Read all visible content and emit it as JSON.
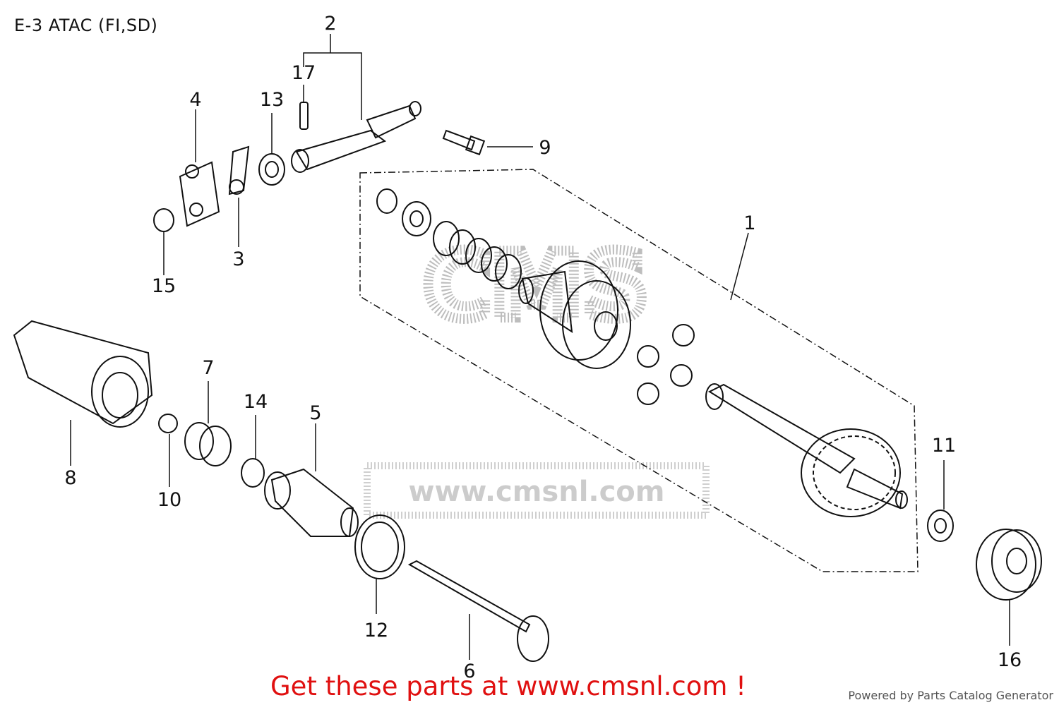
{
  "title": "E-3 ATAC (FI,SD)",
  "footer": {
    "cta": "Get these parts at www.cmsnl.com !",
    "powered": "Powered by Parts Catalog Generator"
  },
  "watermark": {
    "brand": "CMS",
    "url": "www.cmsnl.com"
  },
  "callouts": {
    "c1": "1",
    "c2": "2",
    "c3": "3",
    "c4": "4",
    "c5": "5",
    "c6": "6",
    "c7": "7",
    "c8": "8",
    "c9": "9",
    "c10": "10",
    "c11": "11",
    "c12": "12",
    "c13": "13",
    "c14": "14",
    "c15": "15",
    "c16": "16",
    "c17": "17"
  },
  "colors": {
    "line": "#111111",
    "cta": "#e01010",
    "watermark": "#bdbdbd"
  }
}
